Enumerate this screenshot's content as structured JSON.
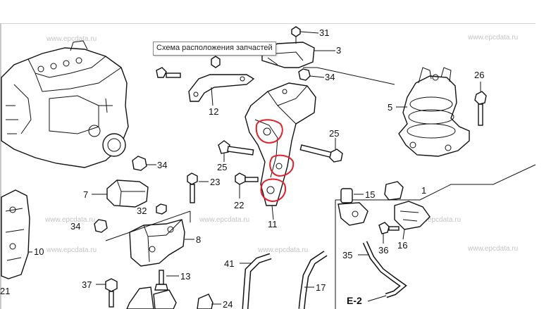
{
  "tooltip": "Схема расположения запчастей",
  "watermark": "www.epcdata.ru",
  "labels": {
    "p1": "1",
    "p3": "3",
    "p5": "5",
    "p7": "7",
    "p8": "8",
    "p10": "10",
    "p11": "11",
    "p12": "12",
    "p13": "13",
    "p15": "15",
    "p16": "16",
    "p17": "17",
    "p21": "21",
    "p22": "22",
    "p23": "23",
    "p24": "24",
    "p25a": "25",
    "p25b": "25",
    "p26": "26",
    "p31": "31",
    "p32": "32",
    "p34a": "34",
    "p34b": "34",
    "p34c": "34",
    "p35": "35",
    "p36": "36",
    "p37": "37",
    "p41": "41",
    "e2": "E-2"
  },
  "colors": {
    "highlight": "#e0202a",
    "line": "#111111",
    "watermark": "#c4c4c4"
  }
}
